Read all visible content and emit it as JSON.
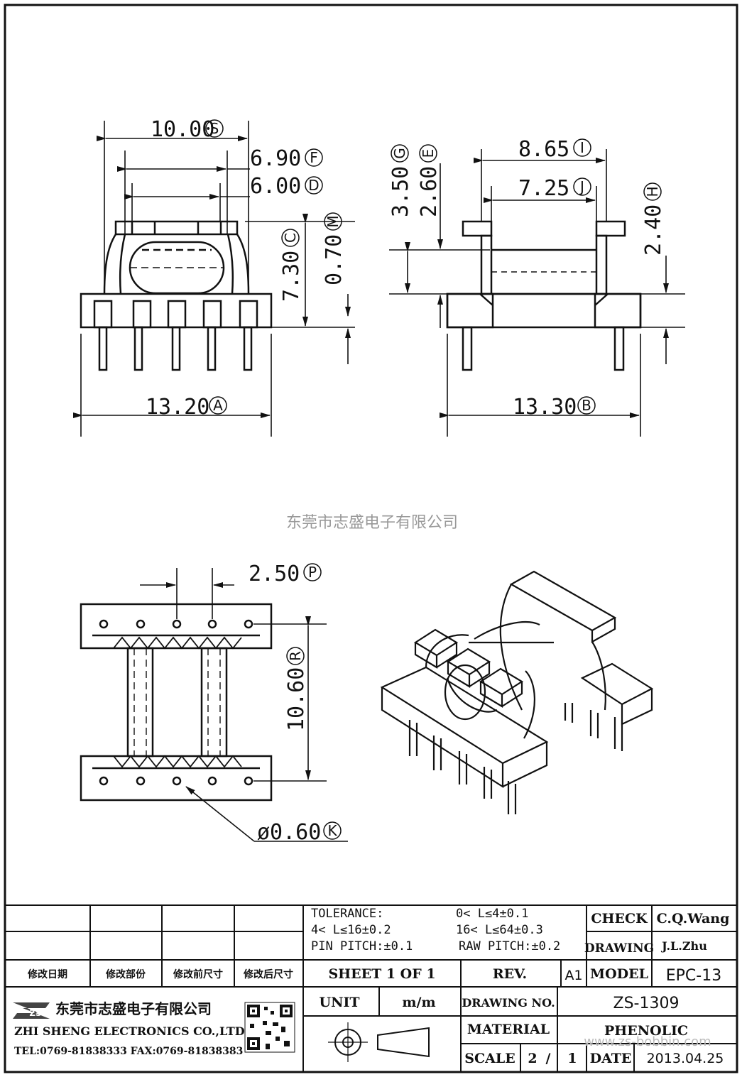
{
  "views": {
    "front": {
      "dims": [
        {
          "value": "10.00",
          "ref": "S"
        },
        {
          "value": "6.90",
          "ref": "F"
        },
        {
          "value": "6.00",
          "ref": "D"
        },
        {
          "value": "7.30",
          "ref": "C"
        },
        {
          "value": "0.70",
          "ref": "M"
        },
        {
          "value": "13.20",
          "ref": "A"
        }
      ]
    },
    "side": {
      "dims": [
        {
          "value": "3.50",
          "ref": "G"
        },
        {
          "value": "2.60",
          "ref": "E"
        },
        {
          "value": "8.65",
          "ref": "I"
        },
        {
          "value": "7.25",
          "ref": "J"
        },
        {
          "value": "2.40",
          "ref": "H"
        },
        {
          "value": "13.30",
          "ref": "B"
        }
      ]
    },
    "bottom": {
      "dims": [
        {
          "value": "2.50",
          "ref": "P"
        },
        {
          "value": "10.60",
          "ref": "R"
        },
        {
          "value": "ø0.60",
          "ref": "K"
        }
      ]
    }
  },
  "watermark_company": "东莞市志盛电子有限公司",
  "watermark_url": "www.zs-bobbin.com",
  "title_block": {
    "revision_headers": [
      "修改日期",
      "修改部份",
      "修改前尺寸",
      "修改后尺寸"
    ],
    "tolerance_label": "TOLERANCE:",
    "tolerances": [
      "0< L≤4±0.1",
      "4< L≤16±0.2",
      "16< L≤64±0.3"
    ],
    "pin_pitch": "PIN PITCH:±0.1",
    "raw_pitch": "RAW PITCH:±0.2",
    "check_label": "CHECK",
    "check_value": "C.Q.Wang",
    "drawing_label": "DRAWING",
    "drawing_value": "J.L.Zhu",
    "sheet": "SHEET 1 OF 1",
    "rev_label": "REV.",
    "rev_value": "A1",
    "model_label": "MODEL",
    "model_value": "EPC-13",
    "unit_label": "UNIT",
    "unit_value": "m/m",
    "drawing_no_label": "DRAWING NO.",
    "drawing_no_value": "ZS-1309",
    "material_label": "MATERIAL",
    "material_value": "PHENOLIC",
    "scale_label": "SCALE",
    "scale_num": "2",
    "scale_sep": "/",
    "scale_den": "1",
    "date_label": "DATE",
    "date_value": "2013.04.25",
    "company_cn": "东莞市志盛电子有限公司",
    "company_en": "ZHI SHENG ELECTRONICS CO.,LTD",
    "contact": "TEL:0769-81838333 FAX:0769-81838383",
    "logo_text": "ZS"
  },
  "icons": [
    "projection-symbol-icon",
    "qr-code-icon",
    "company-logo-icon"
  ]
}
